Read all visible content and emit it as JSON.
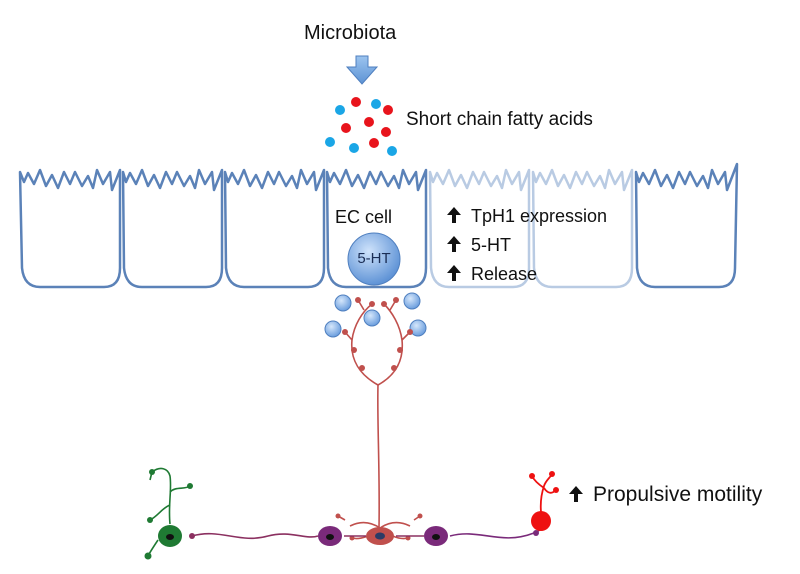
{
  "labels": {
    "microbiota": "Microbiota",
    "scfa": "Short chain fatty acids",
    "ec_cell": "EC cell",
    "serotonin_core": "5-HT",
    "effects": [
      "TpH1 expression",
      "5-HT",
      "Release"
    ],
    "propulsive": "Propulsive motility"
  },
  "icons": {
    "down_arrow": "down-arrow-icon",
    "up_arrow": "up-arrow-icon"
  },
  "colors": {
    "epithelium": "#5b82b8",
    "epithelium_faded": "#b9cbe3",
    "arrow_fill": "#7fb0e6",
    "scfa_red": "#e8141c",
    "scfa_blue": "#1aa6e6",
    "serotonin": "#6fa3e3",
    "neuron_red": "#c0504d",
    "neuron_green": "#1f7a33",
    "neuron_purple": "#7a2a7a",
    "motor_red": "#ee1111"
  }
}
